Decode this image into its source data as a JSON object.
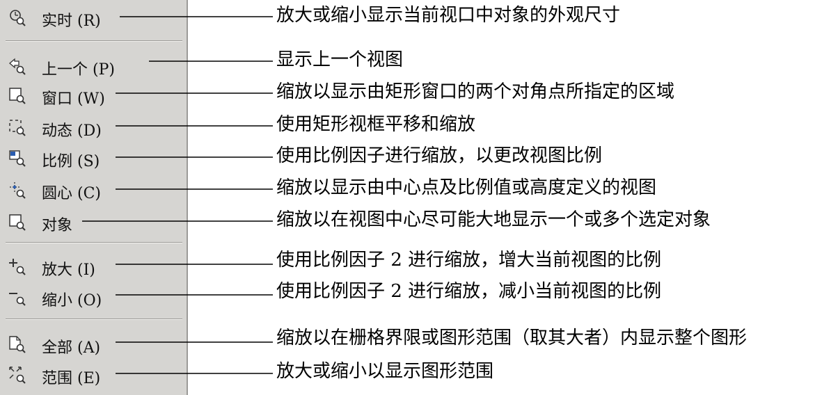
{
  "menu": {
    "items": [
      {
        "label": "实时 (R)",
        "icon": "clock-magnifier-icon",
        "desc": "放大或缩小显示当前视口中对象的外观尺寸"
      },
      {
        "label": "上一个 (P)",
        "icon": "back-arrow-magnifier-icon",
        "desc": "显示上一个视图"
      },
      {
        "label": "窗口 (W)",
        "icon": "window-magnifier-icon",
        "desc": "缩放以显示由矩形窗口的两个对角点所指定的区域"
      },
      {
        "label": "动态 (D)",
        "icon": "dashed-frame-magnifier-icon",
        "desc": "使用矩形视框平移和缩放"
      },
      {
        "label": "比例 (S)",
        "icon": "scale-magnifier-icon",
        "desc": "使用比例因子进行缩放，以更改视图比例"
      },
      {
        "label": "圆心 (C)",
        "icon": "center-magnifier-icon",
        "desc": "缩放以显示由中心点及比例值或高度定义的视图"
      },
      {
        "label": "对象",
        "icon": "object-magnifier-icon",
        "desc": "缩放以在视图中心尽可能大地显示一个或多个选定对象"
      },
      {
        "label": "放大 (I)",
        "icon": "plus-magnifier-icon",
        "desc": "使用比例因子 2 进行缩放，增大当前视图的比例"
      },
      {
        "label": "缩小 (O)",
        "icon": "minus-magnifier-icon",
        "desc": "使用比例因子 2 进行缩放，减小当前视图的比例"
      },
      {
        "label": "全部 (A)",
        "icon": "page-magnifier-icon",
        "desc": "缩放以在栅格界限或图形范围（取其大者）内显示整个图形"
      },
      {
        "label": "范围 (E)",
        "icon": "extents-magnifier-icon",
        "desc": "放大或缩小以显示图形范围"
      }
    ]
  }
}
